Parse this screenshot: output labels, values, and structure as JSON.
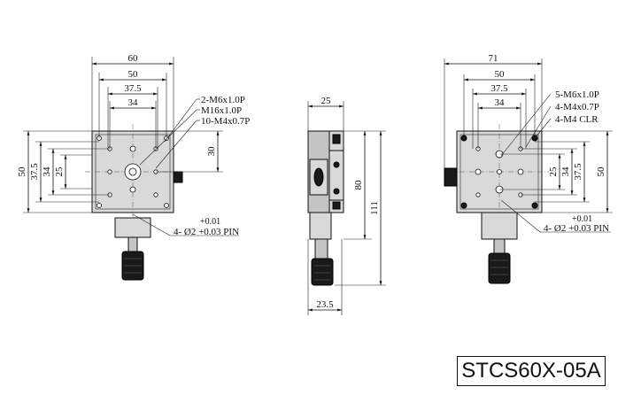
{
  "model": "STCS60X-05A",
  "left_view": {
    "dims": {
      "w60": "60",
      "w50": "50",
      "w375": "37.5",
      "w34": "34",
      "h30": "30",
      "h50": "50",
      "h375": "37.5",
      "h34": "34",
      "h25": "25"
    },
    "notes": [
      "2-M6x1.0P",
      "M16x1.0P",
      "10-M4x0.7P"
    ],
    "pin_tol": "+0.01",
    "pin_label": "4- Ø2 +0.03 PIN"
  },
  "side_view": {
    "dims": {
      "w25": "25",
      "h80": "80",
      "h111": "111",
      "w235": "23.5"
    }
  },
  "right_view": {
    "dims": {
      "w71": "71",
      "w50": "50",
      "w375": "37.5",
      "w34": "34",
      "h25": "25",
      "h34": "34",
      "h375": "37.5",
      "h50": "50"
    },
    "notes": [
      "5-M6x1.0P",
      "4-M4x0.7P",
      "4-M4 CLR"
    ],
    "pin_tol": "+0.01",
    "pin_label": "4- Ø2 +0.03 PIN"
  }
}
